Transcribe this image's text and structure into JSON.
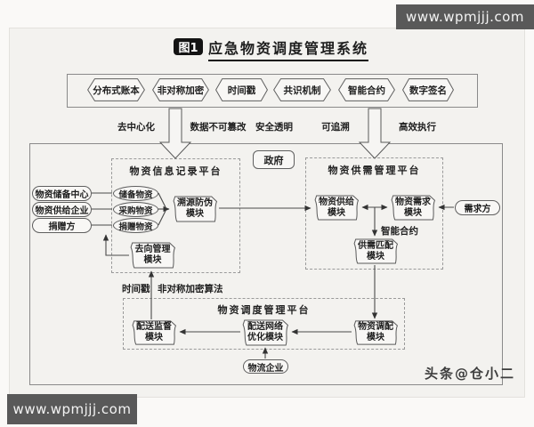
{
  "watermarks": {
    "top_right": "www.wpmjjj.com",
    "bottom_left": "www.wpmjjj.com"
  },
  "credit": "头条@仓小二",
  "figure": {
    "badge": "图1",
    "title": "应急物资调度管理系统"
  },
  "blockchain": {
    "techs": [
      {
        "label": "分布式账本"
      },
      {
        "label": "非对称加密"
      },
      {
        "label": "时间戳"
      },
      {
        "label": "共识机制"
      },
      {
        "label": "智能合约"
      },
      {
        "label": "数字签名"
      }
    ],
    "features": [
      {
        "label": "去中心化"
      },
      {
        "label": "数据不可篡改"
      },
      {
        "label": "安全透明"
      },
      {
        "label": "可追溯"
      },
      {
        "label": "高效执行"
      }
    ]
  },
  "government": {
    "label": "政府"
  },
  "info_platform": {
    "title": "物资信息记录平台",
    "ovals": [
      {
        "label": "储备物资"
      },
      {
        "label": "采购物资"
      },
      {
        "label": "捐赠物资"
      }
    ],
    "trace_module": {
      "line1": "溯源防伪",
      "line2": "模块"
    },
    "destination_module": {
      "line1": "去向管理",
      "line2": "模块"
    }
  },
  "supply_platform": {
    "title": "物资供需管理平台",
    "supply_module": {
      "line1": "物资供给",
      "line2": "模块"
    },
    "demand_module": {
      "line1": "物资需求",
      "line2": "模块"
    },
    "match_module": {
      "line1": "供需匹配",
      "line2": "模块"
    },
    "smart_contract": "智能合约"
  },
  "dispatch_platform": {
    "title": "物资调度管理平台",
    "timestamp_label": "时间戳",
    "encryption_label": "非对称加密算法",
    "supervision_module": {
      "line1": "配送监督",
      "line2": "模块"
    },
    "network_module": {
      "line1": "配送网络",
      "line2": "优化模块"
    },
    "allocation_module": {
      "line1": "物资调配",
      "line2": "模块"
    }
  },
  "actors": {
    "reserve_center": "物资储备中心",
    "supply_enterprise": "物资供给企业",
    "donor": "捐赠方",
    "demand_side": "需求方",
    "logistics": "物流企业"
  }
}
